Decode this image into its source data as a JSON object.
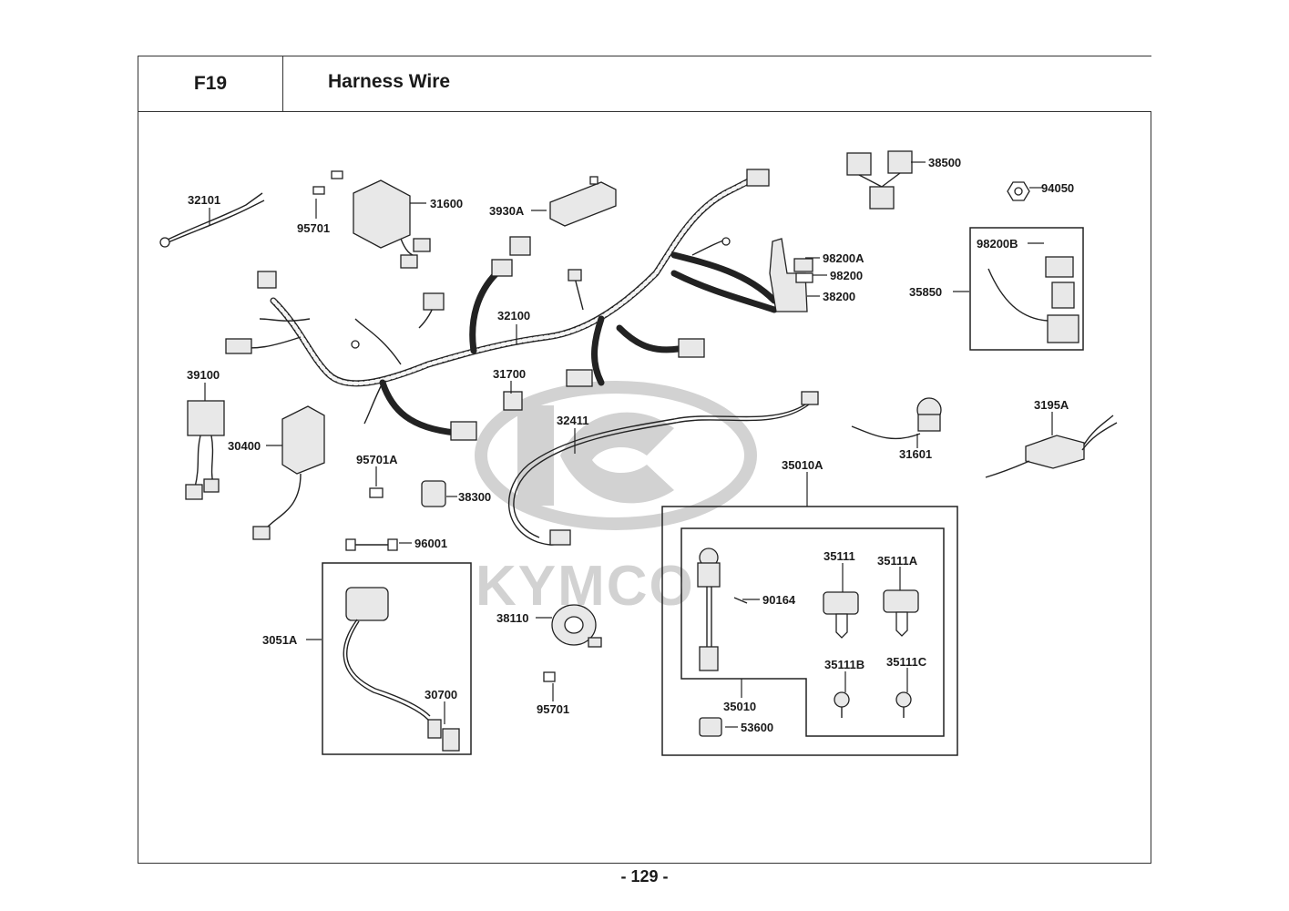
{
  "header": {
    "code": "F19",
    "title": "Harness Wire"
  },
  "watermark": {
    "brand": "KYMCO",
    "color": "#d2d2d2"
  },
  "page_number": "- 129 -",
  "parts": {
    "p32101": "32101",
    "p95701_top": "95701",
    "p31600": "31600",
    "p3930A": "3930A",
    "p38500": "38500",
    "p94050": "94050",
    "p98200B": "98200B",
    "p35850": "35850",
    "p98200A": "98200A",
    "p98200": "98200",
    "p38200": "38200",
    "p32100": "32100",
    "p39100": "39100",
    "p31700": "31700",
    "p32411": "32411",
    "p30400": "30400",
    "p95701A": "95701A",
    "p38300": "38300",
    "p96001": "96001",
    "p31601": "31601",
    "p3195A": "3195A",
    "p35010A": "35010A",
    "p3051A": "3051A",
    "p30700": "30700",
    "p38110": "38110",
    "p95701_bot": "95701",
    "p90164": "90164",
    "p35111": "35111",
    "p35111A": "35111A",
    "p35111B": "35111B",
    "p35111C": "35111C",
    "p35010": "35010",
    "p53600": "53600"
  }
}
